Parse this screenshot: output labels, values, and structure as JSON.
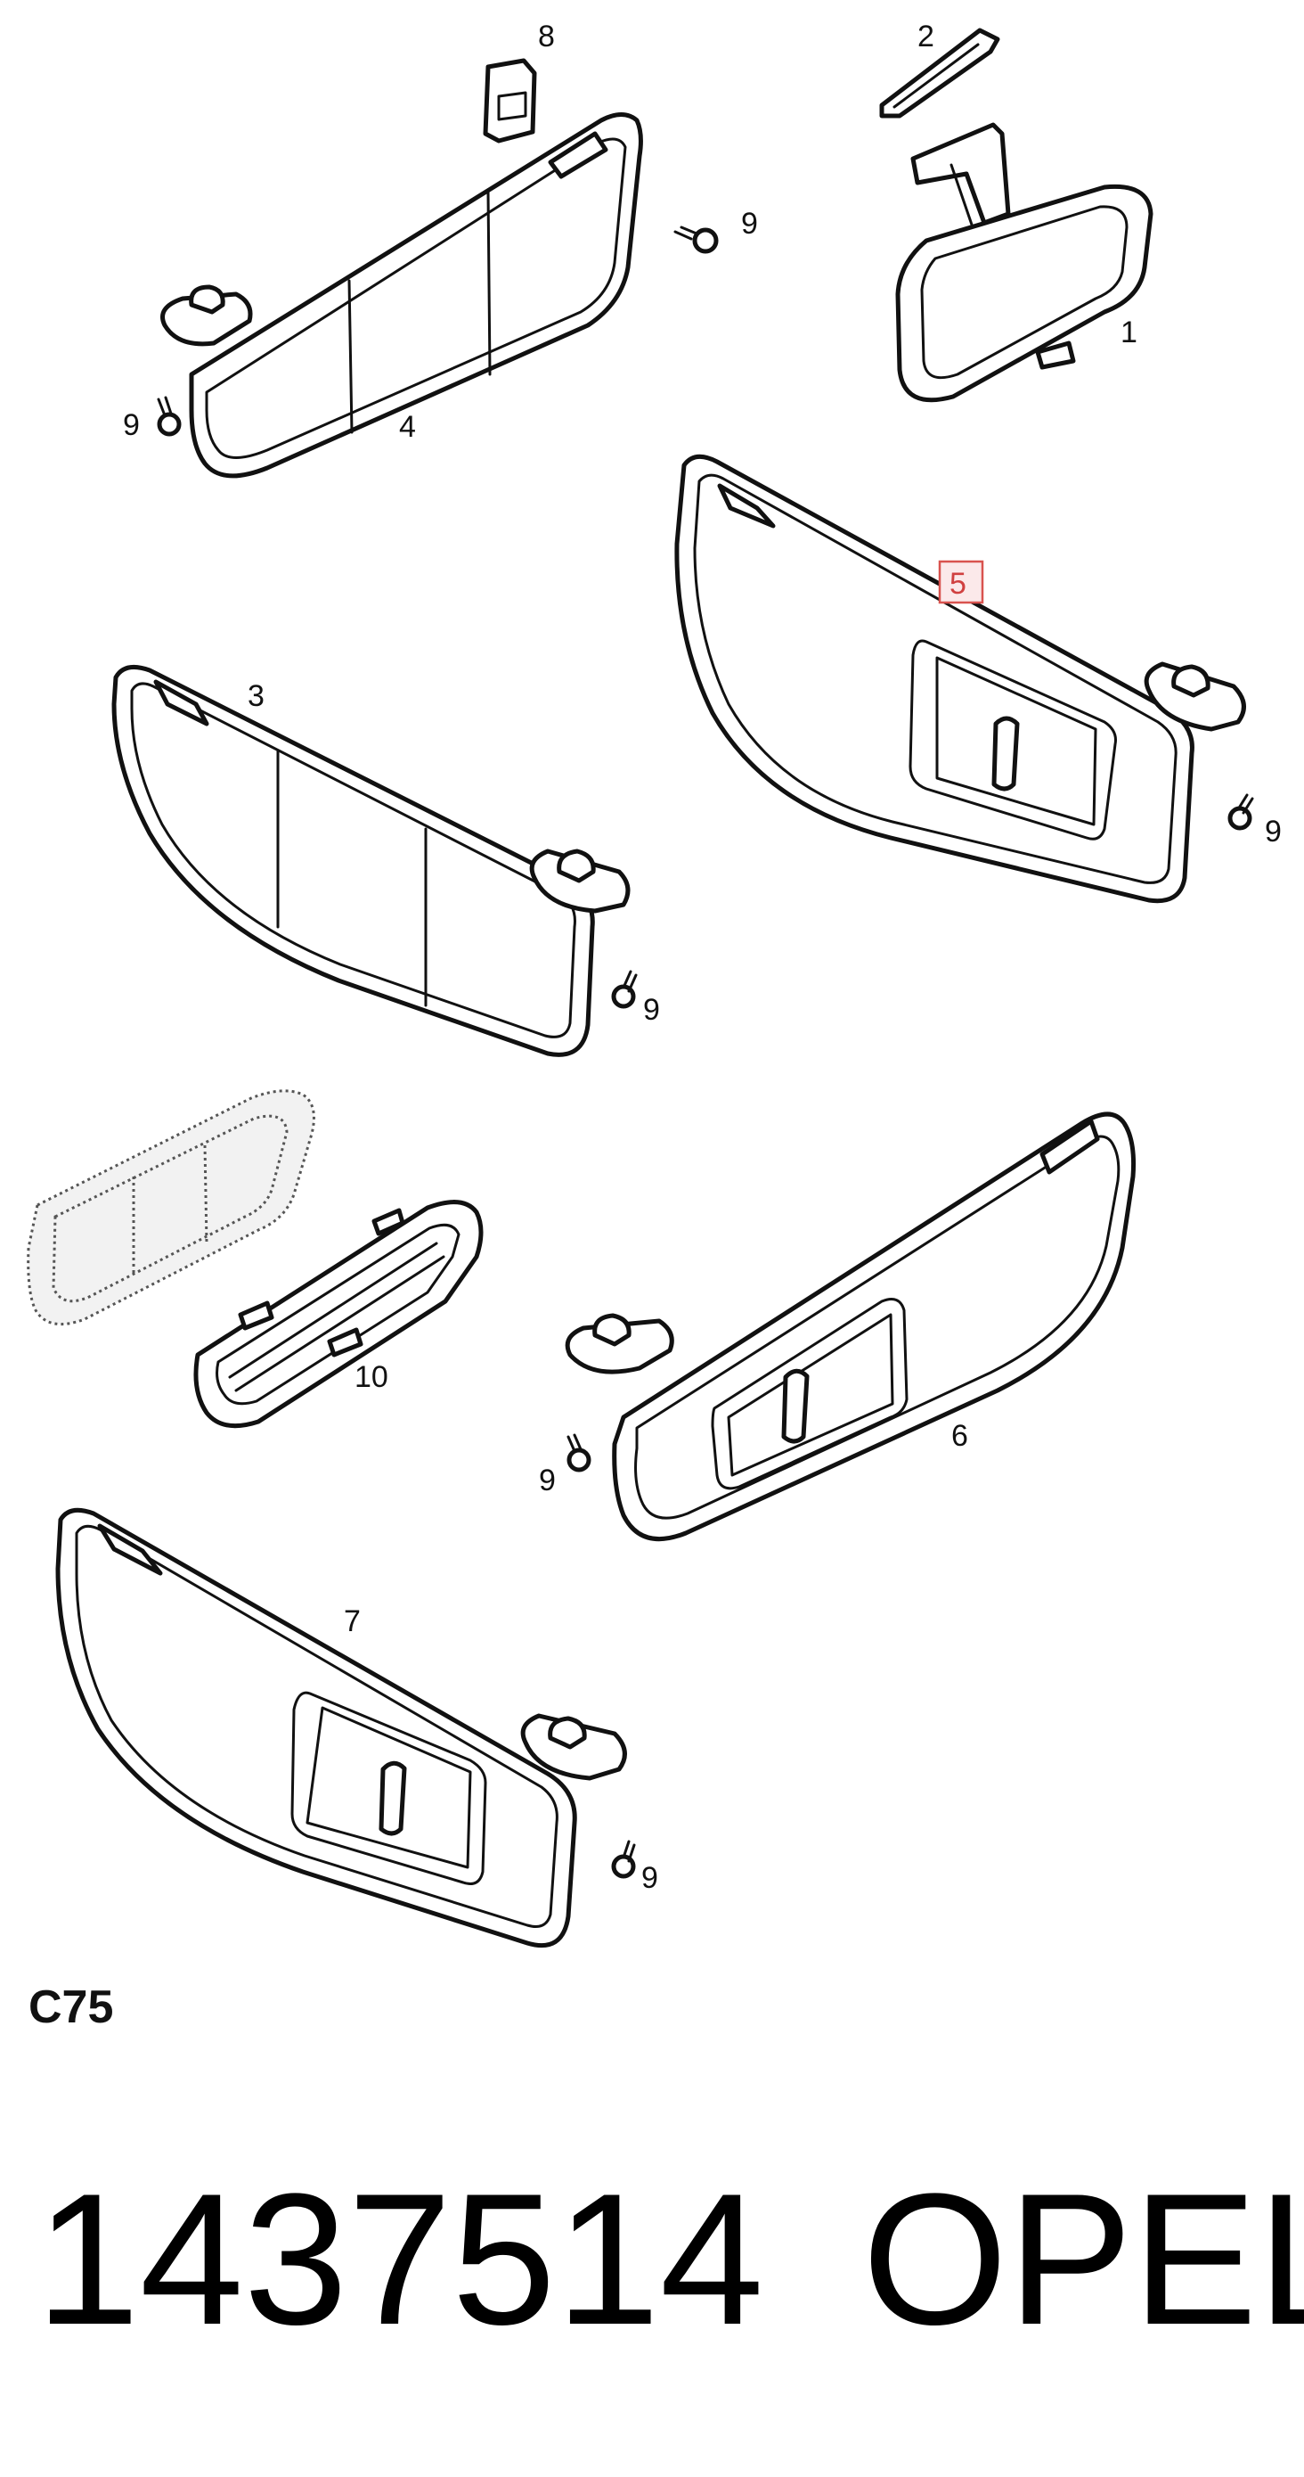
{
  "diagram": {
    "title": "",
    "callouts": {
      "c1": "1",
      "c2": "2",
      "c3": "3",
      "c4": "4",
      "c5": "5",
      "c6": "6",
      "c7": "7",
      "c8": "8",
      "c10": "10",
      "c9a": "9",
      "c9b": "9",
      "c9c": "9",
      "c9d": "9",
      "c9e": "9",
      "c9f": "9"
    },
    "highlighted_callout": "5",
    "highlight_color": "#d9534f",
    "parts": [
      {
        "ref": "1",
        "name": "rear-view-mirror"
      },
      {
        "ref": "2",
        "name": "mirror-cover"
      },
      {
        "ref": "3",
        "name": "sun-visor"
      },
      {
        "ref": "4",
        "name": "sun-visor"
      },
      {
        "ref": "5",
        "name": "sun-visor-with-vanity-mirror"
      },
      {
        "ref": "6",
        "name": "sun-visor-with-vanity-mirror"
      },
      {
        "ref": "7",
        "name": "sun-visor-with-vanity-mirror"
      },
      {
        "ref": "8",
        "name": "visor-clip"
      },
      {
        "ref": "9",
        "name": "screw"
      },
      {
        "ref": "10",
        "name": "vanity-mirror-frame"
      }
    ]
  },
  "footer": {
    "diagram_code": "C75",
    "part_number": "1437514",
    "brand": "OPEL"
  }
}
